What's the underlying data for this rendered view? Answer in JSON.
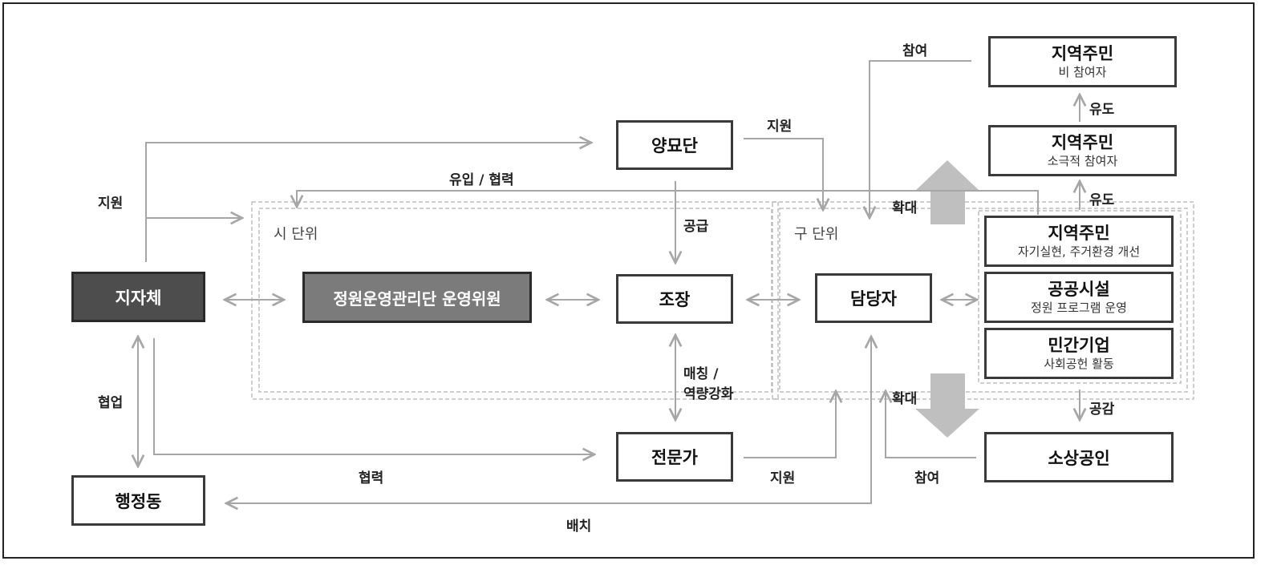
{
  "nodes": {
    "jijache": "지자체",
    "committee": "정원운영관리단 운영위원",
    "yangmyodan": "양묘단",
    "jojang": "조장",
    "damdangja": "담당자",
    "jeonmunga": "전문가",
    "haengjeongdong": "행정동",
    "resident_top": {
      "title": "지역주민",
      "sub": "비 참여자"
    },
    "resident_mid": {
      "title": "지역주민",
      "sub": "소극적 참여자"
    },
    "resident_active": {
      "title": "지역주민",
      "sub": "자기실현, 주거환경 개선"
    },
    "public_facility": {
      "title": "공공시설",
      "sub": "정원 프로그램 운영"
    },
    "private_company": {
      "title": "민간기업",
      "sub": "사회공헌 활동"
    },
    "small_business": "소상공인"
  },
  "regions": {
    "city": "시 단위",
    "district": "구 단위"
  },
  "labels": {
    "support_left": "지원",
    "inflow_cooperation": "유입 / 협력",
    "support_yangmyodan": "지원",
    "supply": "공급",
    "participate_top": "참여",
    "expand_top": "확대",
    "induce_1": "유도",
    "induce_2": "유도",
    "collaboration": "협업",
    "matching": "매칭 /\n역량강화",
    "cooperation": "협력",
    "support_expert": "지원",
    "expand_bottom": "확대",
    "participate_bottom": "참여",
    "empathy": "공감",
    "deploy": "배치"
  },
  "colors": {
    "line": "#a6a6a6",
    "region_border": "#bdbdbd",
    "big_arrow": "#bfbfbf",
    "dark_node": "#4d4d4d",
    "mid_node": "#7b7b7b"
  }
}
